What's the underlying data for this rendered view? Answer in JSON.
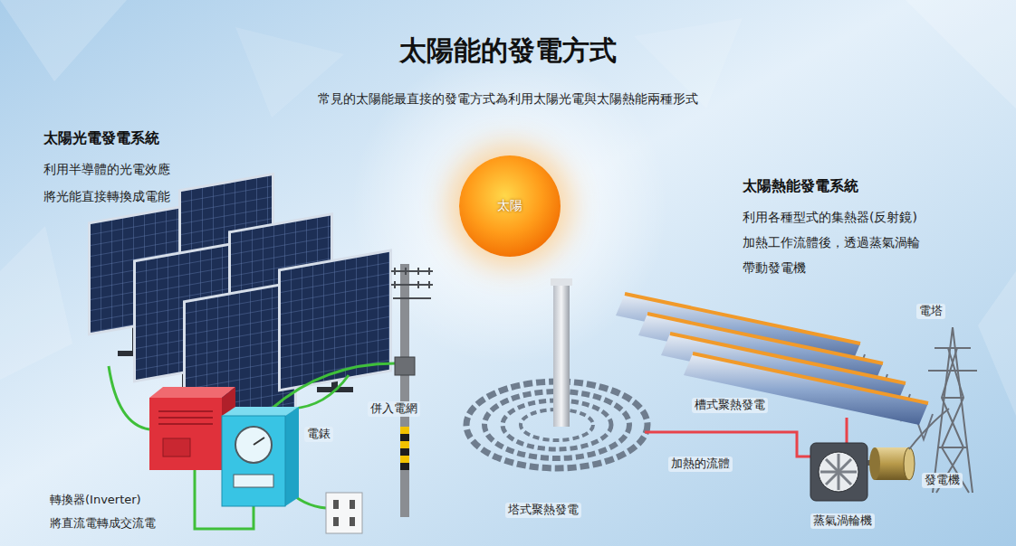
{
  "diagram": {
    "title": "太陽能的發電方式",
    "nodes": [
      {
        "text": [
          "太陽"
        ]
      }
    ],
    "labels": [
      "常見的太陽能最直接的發電方式為利用太陽光電與太陽熱能兩種形式",
      "太陽光電發電系統",
      "利用半導體的光電效應 將光能直接轉換成電能",
      "太陽熱能發電系統",
      "利用各種型式的集熱器(反射鏡) 加熱工作流體後，透過蒸氣渦輪 帶動發電機",
      "併入電網",
      "電錶",
      "轉換器(Inverter) 將直流電轉成交流電",
      "塔式聚熱發電",
      "槽式聚熱發電",
      "電塔",
      "加熱的流體",
      "發電機",
      "蒸氣渦輪機"
    ]
  }
}
